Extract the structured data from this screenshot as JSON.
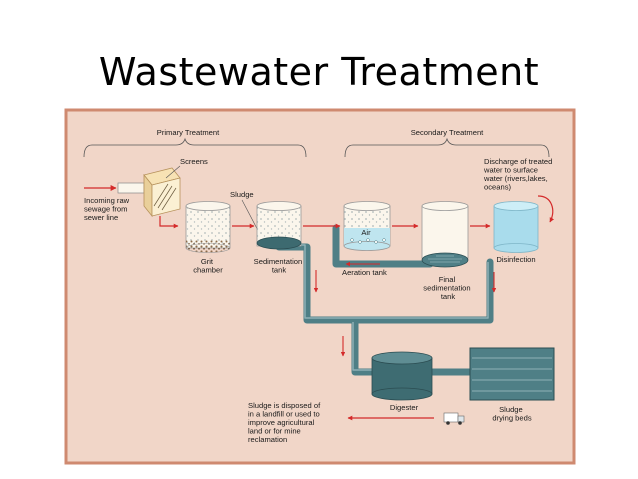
{
  "title": "Wastewater Treatment",
  "diagram": {
    "primary_treatment": "Primary Treatment",
    "secondary_treatment": "Secondary Treatment",
    "screens": "Screens",
    "incoming": [
      "Incoming raw",
      "sewage from",
      "sewer line"
    ],
    "sludge_top": "Sludge",
    "grit_chamber": [
      "Grit",
      "chamber"
    ],
    "sedimentation_tank": [
      "Sedimentation",
      "tank"
    ],
    "air": "Air",
    "aeration_tank": "Aeration tank",
    "final_sedimentation": [
      "Final",
      "sedimentation",
      "tank"
    ],
    "disinfection": "Disinfection",
    "discharge": [
      "Discharge of treated",
      "water to surface",
      "water (rivers,lakes,",
      "oceans)"
    ],
    "digester": "Digester",
    "drying_beds": [
      "Sludge",
      "drying beds"
    ],
    "sludge_disposal": [
      "Sludge is disposed of",
      "in a landfill or used to",
      "improve agricultural",
      "land or for mine",
      "reclamation"
    ]
  },
  "colors": {
    "panel_bg": "#f1d6c8",
    "panel_border": "#cf8a70",
    "pipe": "#4f7f86",
    "arrow_red": "#d42a2a",
    "tank_light": "#fbf6ec",
    "tank_water": "#bfe5ef",
    "disinfection_water": "#a9dcec"
  }
}
